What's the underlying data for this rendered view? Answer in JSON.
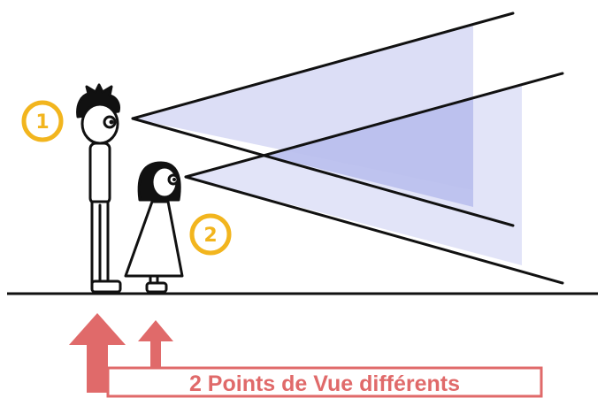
{
  "caption": "2 Points de Vue différents",
  "viewers": [
    {
      "number": "1",
      "figure": "tall-boy"
    },
    {
      "number": "2",
      "figure": "small-girl"
    }
  ],
  "colors": {
    "badge": "#f2b51e",
    "accent": "#e06a6a",
    "cone_fill": "#c9ccf2",
    "overlap_fill": "#aeb3ea",
    "line": "#111111"
  }
}
